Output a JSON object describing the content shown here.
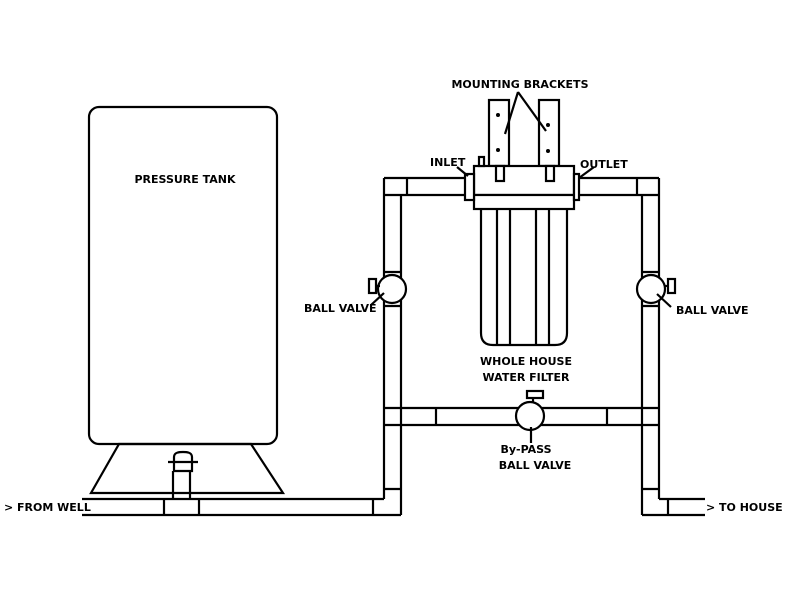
{
  "labels": {
    "mounting_brackets": "MOUNTING BRACKETS",
    "pressure_tank": "PRESSURE TANK",
    "inlet": "INLET",
    "outlet": "OUTLET",
    "ball_valve_left": "BALL VALVE",
    "ball_valve_right": "BALL VALVE",
    "filter_line1": "WHOLE HOUSE",
    "filter_line2": "WATER FILTER",
    "bypass_line1": "By-PASS",
    "bypass_line2": "BALL VALVE",
    "from_well": "> FROM WELL",
    "to_house": "> TO HOUSE"
  },
  "colors": {
    "line": "#000000",
    "background": "#ffffff"
  }
}
